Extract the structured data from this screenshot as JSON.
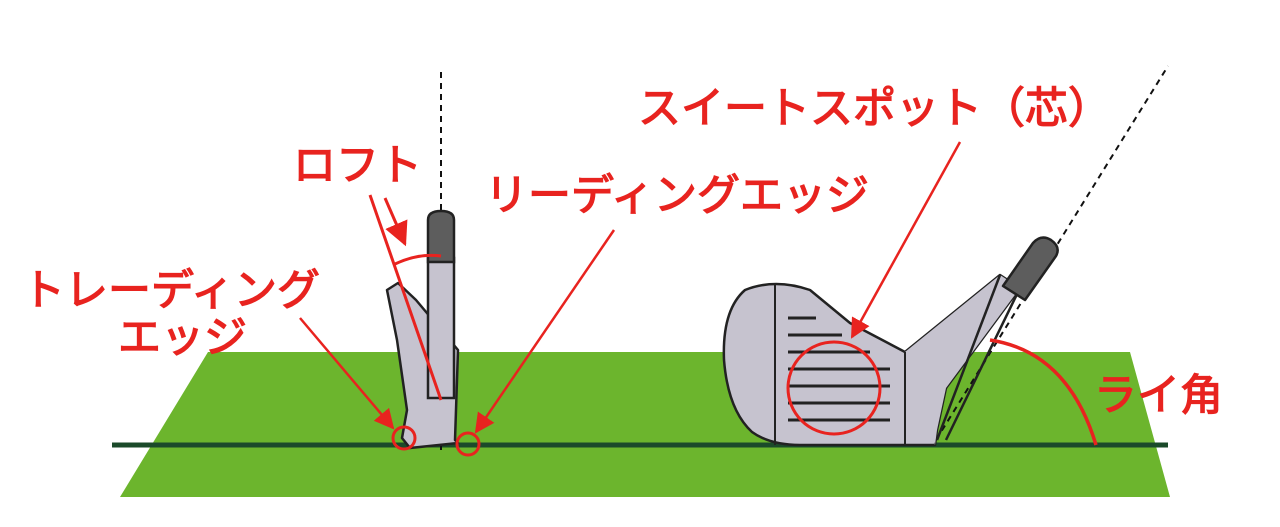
{
  "labels": {
    "loft": "ロフト",
    "leading_edge": "リーディングエッジ",
    "trailing_edge_line1": "トレーディング",
    "trailing_edge_line2": "エッジ",
    "sweet_spot": "スイートスポット（芯）",
    "lie_angle": "ライ角"
  },
  "colors": {
    "accent": "#e8231f",
    "turf": "#6cb52d",
    "ground_line": "#1b4a2a",
    "club_metal": "#c6c3cf",
    "grip": "#5d5d5d",
    "outline": "#222222"
  }
}
